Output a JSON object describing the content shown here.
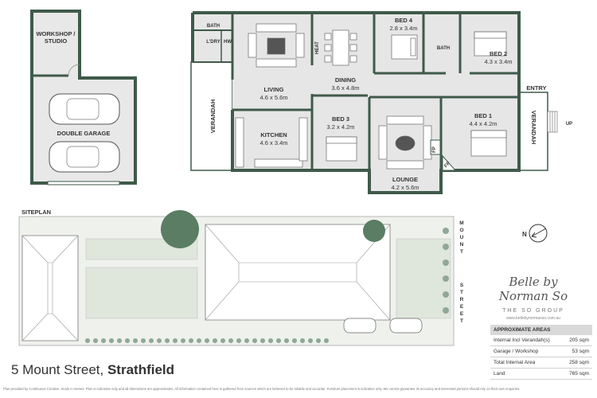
{
  "plan": {
    "workshop_label": "WORKSHOP /\nSTUDIO",
    "garage_label": "DOUBLE GARAGE",
    "rooms": {
      "bath1": "BATH",
      "ldry": "L'DRY",
      "hw": "HW",
      "living": "LIVING",
      "living_dim": "4.6 x 5.6m",
      "heat": "HEAT",
      "dining": "DINING",
      "dining_dim": "3.6 x 4.8m",
      "bed4": "BED 4",
      "bed4_dim": "2.8 x 3.4m",
      "bath2": "BATH",
      "bed2": "BED 2",
      "bed2_dim": "4.3 x 3.4m",
      "entry": "ENTRY",
      "verandah_left": "VERANDAH",
      "verandah_right": "VERANDAH",
      "kitchen": "KITCHEN",
      "kitchen_dim": "4.6 x 3.4m",
      "bed3": "BED 3",
      "bed3_dim": "3.2 x 4.2m",
      "lounge": "LOUNGE",
      "lounge_dim": "4.2 x 5.6m",
      "bed1": "BED 1",
      "bed1_dim": "4.4 x 4.2m",
      "fp1": "FP",
      "fp2": "FP",
      "up": "UP"
    }
  },
  "siteplan": {
    "title": "SITEPLAN",
    "street": "MOUNT STREET"
  },
  "compass": {
    "label": "N"
  },
  "address": {
    "street": "5 Mount Street,",
    "suburb": "Strathfield"
  },
  "brand": {
    "script": "Belle by Norman So",
    "group": "THE SO GROUP",
    "web": "www.bellebynormanso.com.au"
  },
  "areas": {
    "header": "APPROXIMATE AREAS",
    "rows": [
      {
        "label": "Internal Incl Verandah(s)",
        "value": "205 sqm"
      },
      {
        "label": "Garage / Workshop",
        "value": "53 sqm"
      },
      {
        "label": "Total Internal Area",
        "value": "258 sqm"
      },
      {
        "label": "Land",
        "value": "765 sqm"
      }
    ]
  },
  "disclaimer": "Plan provided by Continuous Creative. Scale in metres. Plan is indicative only and all dimensions are approximates. All information contained here is gathered from sources which are believed to be reliable and accurate. Furniture placement is indicative only. We cannot guarantee its accuracy and interested persons should rely on their own enquiries.",
  "colors": {
    "wall": "#3f5a4a",
    "room": "#e6e6e6",
    "verandah": "#ffffff",
    "site_green": "#dfe6dc",
    "tree": "#5a7d64"
  }
}
